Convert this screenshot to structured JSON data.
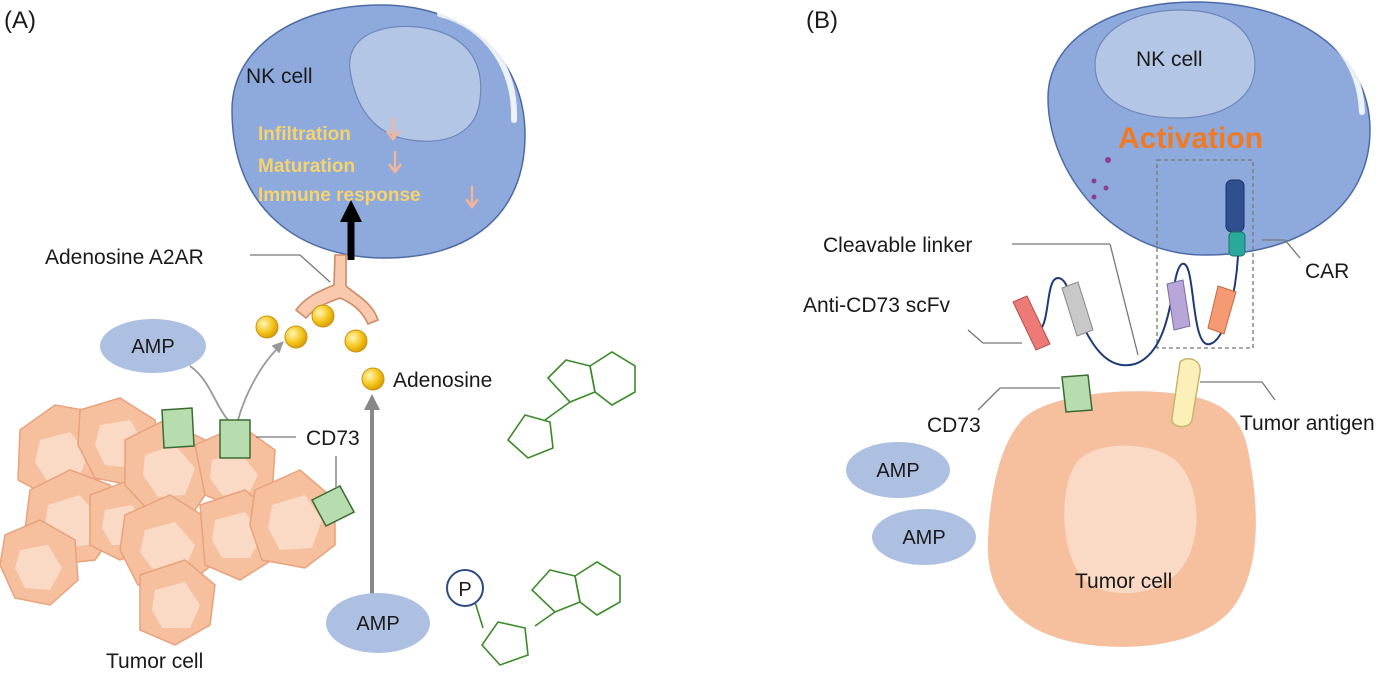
{
  "panel_a": {
    "label": "(A)",
    "nk_cell": "NK cell",
    "effects": [
      "Infiltration",
      "Maturation",
      "Immune response"
    ],
    "receptor": "Adenosine A2AR",
    "amp_top": "AMP",
    "amp_bottom": "AMP",
    "adenosine": "Adenosine",
    "cd73": "CD73",
    "tumor_cell": "Tumor cell",
    "phosphate": "P"
  },
  "panel_b": {
    "label": "(B)",
    "nk_cell": "NK cell",
    "activation": "Activation",
    "cleavable_linker": "Cleavable linker",
    "car": "CAR",
    "scfv": "Anti-CD73 scFv",
    "cd73": "CD73",
    "tumor_antigen": "Tumor antigen",
    "amp_1": "AMP",
    "amp_2": "AMP",
    "tumor_cell": "Tumor cell"
  },
  "colors": {
    "nk_blue": "#8eaadc",
    "nucleus": "#b3c6e6",
    "tumor": "#f6c09f",
    "tumor_core": "#fad9c5",
    "amp": "#aec0e2",
    "cd73": "#b7dcae",
    "adenosine": "#f5c518",
    "effect_text": "#f7d36b",
    "activation": "#f07a24",
    "molecule": "#3d8a2a"
  }
}
